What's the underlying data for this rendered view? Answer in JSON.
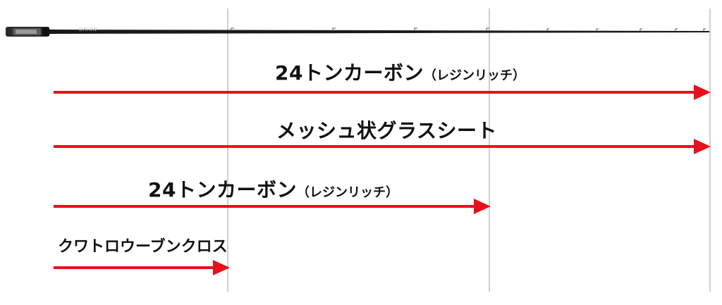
{
  "rod": {
    "brand_text": "ORION",
    "accent_color": "#e8101c",
    "blank_color": "#1a1a1a"
  },
  "layers": [
    {
      "label": "24トンカーボン",
      "sub": "（レジンリッチ）",
      "extent": "full"
    },
    {
      "label": "メッシュ状グラスシート",
      "sub": "",
      "extent": "full"
    },
    {
      "label": "24トンカーボン",
      "sub": "（レジンリッチ）",
      "extent": "second-guide"
    },
    {
      "label": "クワトロウーブンクロス",
      "sub": "",
      "extent": "first-guide"
    }
  ]
}
